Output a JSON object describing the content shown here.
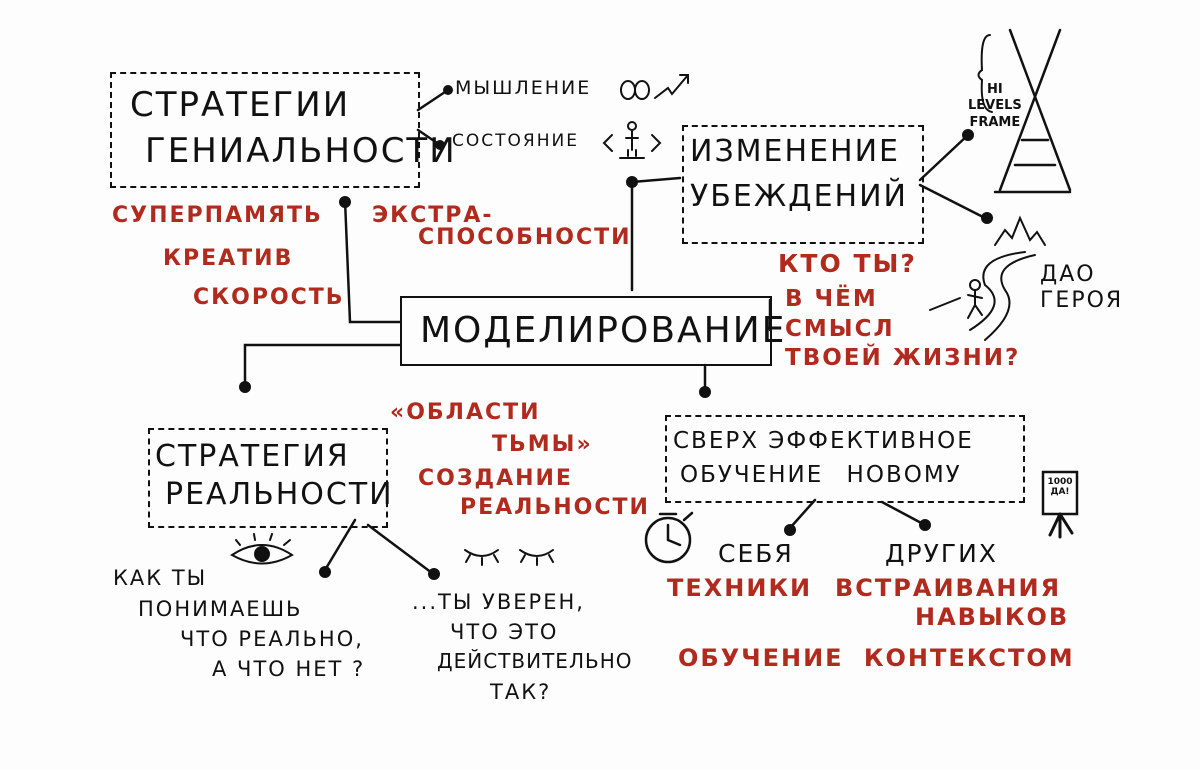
{
  "colors": {
    "ink": "#111111",
    "accent": "#b02a1e"
  },
  "center": "МОДЕЛИРОВАНИЕ",
  "genius": {
    "title_1": "СТРАТЕГИИ",
    "title_2": "ГЕНИАЛЬНОСТИ",
    "branch_1": "МЫШЛЕНИЕ",
    "branch_2": "СОСТОЯНИЕ",
    "red_1": "СУПЕРПАМЯТЬ",
    "red_2": "КРЕАТИВ",
    "red_3": "СКОРОСТЬ",
    "red_4": "ЭКСТРА-",
    "red_5": "СПОСОБНОСТИ"
  },
  "beliefs": {
    "title_1": "ИЗМЕНЕНИЕ",
    "title_2": "УБЕЖДЕНИЙ",
    "hi_1": "HI",
    "hi_2": "LEVELS",
    "hi_3": "FRAME",
    "tao_1": "ДАО",
    "tao_2": "ГЕРОЯ",
    "red_1": "КТО ТЫ?",
    "red_2": "В ЧЁМ",
    "red_3": "СМЫСЛ",
    "red_4": "ТВОЕЙ ЖИЗНИ?"
  },
  "reality": {
    "title_1": "СТРАТЕГИЯ",
    "title_2": "РЕАЛЬНОСТИ",
    "red_1": "«ОБЛАСТИ",
    "red_2": "ТЬМЫ»",
    "red_3": "СОЗДАНИЕ",
    "red_4": "РЕАЛЬНОСТИ",
    "q1_1": "КАК ТЫ",
    "q1_2": "ПОНИМАЕШЬ",
    "q1_3": "ЧТО РЕАЛЬНО,",
    "q1_4": "А ЧТО НЕТ ?",
    "q2_1": "...ТЫ УВЕРЕН,",
    "q2_2": "ЧТО ЭТО",
    "q2_3": "ДЕЙСТВИТЕЛЬНО",
    "q2_4": "ТАК?"
  },
  "learning": {
    "title_1": "СВЕРХ ЭФФЕКТИВНОЕ",
    "title_2": "ОБУЧЕНИЕ НОВОМУ",
    "self": "СЕБЯ",
    "others": "ДРУГИХ",
    "board_1": "1000",
    "board_2": "ДА!",
    "red_1": "ТЕХНИКИ",
    "red_2": "ВСТРАИВАНИЯ",
    "red_3": "НАВЫКОВ",
    "red_4": "ОБУЧЕНИЕ КОНТЕКСТОМ"
  }
}
